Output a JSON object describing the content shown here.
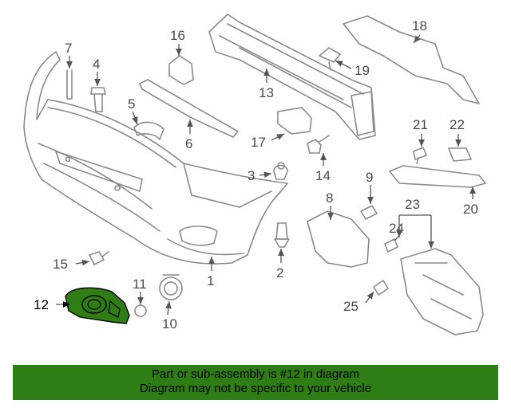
{
  "callouts": {
    "n1": "1",
    "n2": "2",
    "n3": "3",
    "n4": "4",
    "n5": "5",
    "n6": "6",
    "n7": "7",
    "n8": "8",
    "n9": "9",
    "n10": "10",
    "n11": "11",
    "n12": "12",
    "n13": "13",
    "n14": "14",
    "n15": "15",
    "n16": "16",
    "n17": "17",
    "n18": "18",
    "n19": "19",
    "n20": "20",
    "n21": "21",
    "n22": "22",
    "n23": "23",
    "n24": "24",
    "n25": "25"
  },
  "highlight": {
    "part_number": "12",
    "color": "#2f7d15"
  },
  "footer": {
    "line1": "Part or sub-assembly is #12 in diagram",
    "line2": "Diagram may not be specific to your vehicle",
    "background": "#2f7d15"
  }
}
